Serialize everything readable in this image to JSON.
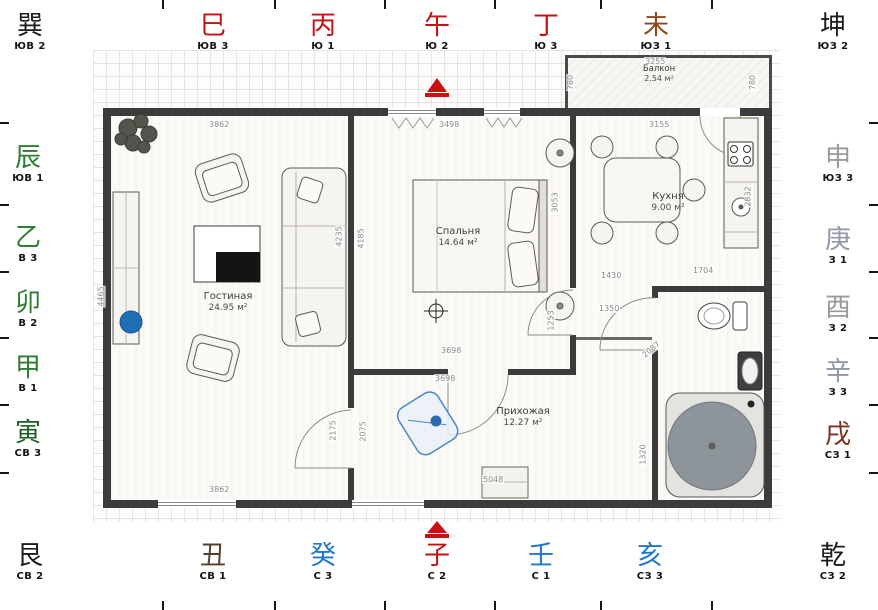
{
  "compass": {
    "top": [
      {
        "char": "巽",
        "label": "ЮВ 2",
        "color": "#1c1c1c"
      },
      {
        "char": "巳",
        "label": "ЮВ 3",
        "color": "#c41212"
      },
      {
        "char": "丙",
        "label": "Ю 1",
        "color": "#c41212"
      },
      {
        "char": "午",
        "label": "Ю 2",
        "color": "#c41212"
      },
      {
        "char": "丁",
        "label": "Ю 3",
        "color": "#c41212"
      },
      {
        "char": "未",
        "label": "ЮЗ 1",
        "color": "#8a4a1a"
      },
      {
        "char": "坤",
        "label": "ЮЗ 2",
        "color": "#1c1c1c"
      }
    ],
    "left": [
      {
        "char": "辰",
        "label": "ЮВ 1",
        "color": "#2f7d32"
      },
      {
        "char": "乙",
        "label": "В 3",
        "color": "#2f7d32"
      },
      {
        "char": "卯",
        "label": "В 2",
        "color": "#2f7d32"
      },
      {
        "char": "甲",
        "label": "В 1",
        "color": "#2f7d32"
      },
      {
        "char": "寅",
        "label": "СВ 3",
        "color": "#1e5c28"
      }
    ],
    "right": [
      {
        "char": "申",
        "label": "ЮЗ 3",
        "color": "#9a9a9a"
      },
      {
        "char": "庚",
        "label": "З 1",
        "color": "#8f97a8"
      },
      {
        "char": "酉",
        "label": "З 2",
        "color": "#9a9a9a"
      },
      {
        "char": "辛",
        "label": "З 3",
        "color": "#8f97a8"
      },
      {
        "char": "戌",
        "label": "СЗ 1",
        "color": "#7a3020"
      }
    ],
    "bottom": [
      {
        "char": "艮",
        "label": "СВ 2",
        "color": "#1c1c1c"
      },
      {
        "char": "丑",
        "label": "СВ 1",
        "color": "#53402a"
      },
      {
        "char": "癸",
        "label": "С 3",
        "color": "#2277cc"
      },
      {
        "char": "子",
        "label": "С 2",
        "color": "#c41212"
      },
      {
        "char": "壬",
        "label": "С 1",
        "color": "#2277cc"
      },
      {
        "char": "亥",
        "label": "СЗ 3",
        "color": "#2277cc"
      },
      {
        "char": "乾",
        "label": "СЗ 2",
        "color": "#1c1c1c"
      }
    ]
  },
  "rooms": [
    {
      "name": "Гостиная",
      "area": "24.95 м²"
    },
    {
      "name": "Спальня",
      "area": "14.64 м²"
    },
    {
      "name": "Кухня",
      "area": "9.00 м²"
    },
    {
      "name": "Прихожая",
      "area": "12.27 м²"
    },
    {
      "name": "Балкон",
      "area": "2.54 м²"
    }
  ],
  "dims": [
    {
      "v": "3862"
    },
    {
      "v": "3498"
    },
    {
      "v": "3155"
    },
    {
      "v": "3255"
    },
    {
      "v": "780"
    },
    {
      "v": "780"
    },
    {
      "v": "4465"
    },
    {
      "v": "4235"
    },
    {
      "v": "4185"
    },
    {
      "v": "3053"
    },
    {
      "v": "2832"
    },
    {
      "v": "1430"
    },
    {
      "v": "1704"
    },
    {
      "v": "1350"
    },
    {
      "v": "1253"
    },
    {
      "v": "3698"
    },
    {
      "v": "3698"
    },
    {
      "v": "2087"
    },
    {
      "v": "2175"
    },
    {
      "v": "2075"
    },
    {
      "v": "1320"
    },
    {
      "v": "5048"
    },
    {
      "v": "3862"
    }
  ]
}
